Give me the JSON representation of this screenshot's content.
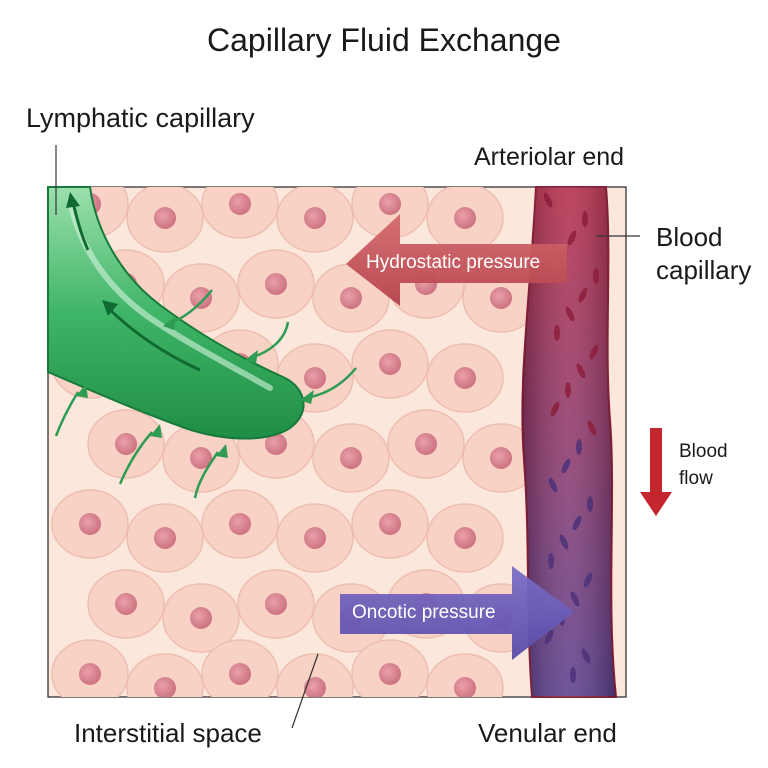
{
  "title": "Capillary Fluid Exchange",
  "labels": {
    "lymphatic_capillary": "Lymphatic capillary",
    "arteriolar_end": "Arteriolar end",
    "blood_capillary_line1": "Blood",
    "blood_capillary_line2": "capillary",
    "blood_flow_line1": "Blood",
    "blood_flow_line2": "flow",
    "interstitial_space": "Interstitial space",
    "venular_end": "Venular end"
  },
  "arrows": {
    "hydrostatic": "Hydrostatic pressure",
    "oncotic": "Oncotic pressure"
  },
  "colors": {
    "interstitial": "#fbe7dc",
    "cell": "#f7d2c5",
    "nucleus": "#de8a95",
    "lymph": "#4cbb73",
    "lymph_dark": "#1f9a4a",
    "capillary_top": "#b52d4a",
    "capillary_bottom": "#5b3f8e",
    "hydrostatic_arrow": "#c24f57",
    "oncotic_arrow": "#6a5cb4",
    "flow_arrow": "#c4262e"
  }
}
